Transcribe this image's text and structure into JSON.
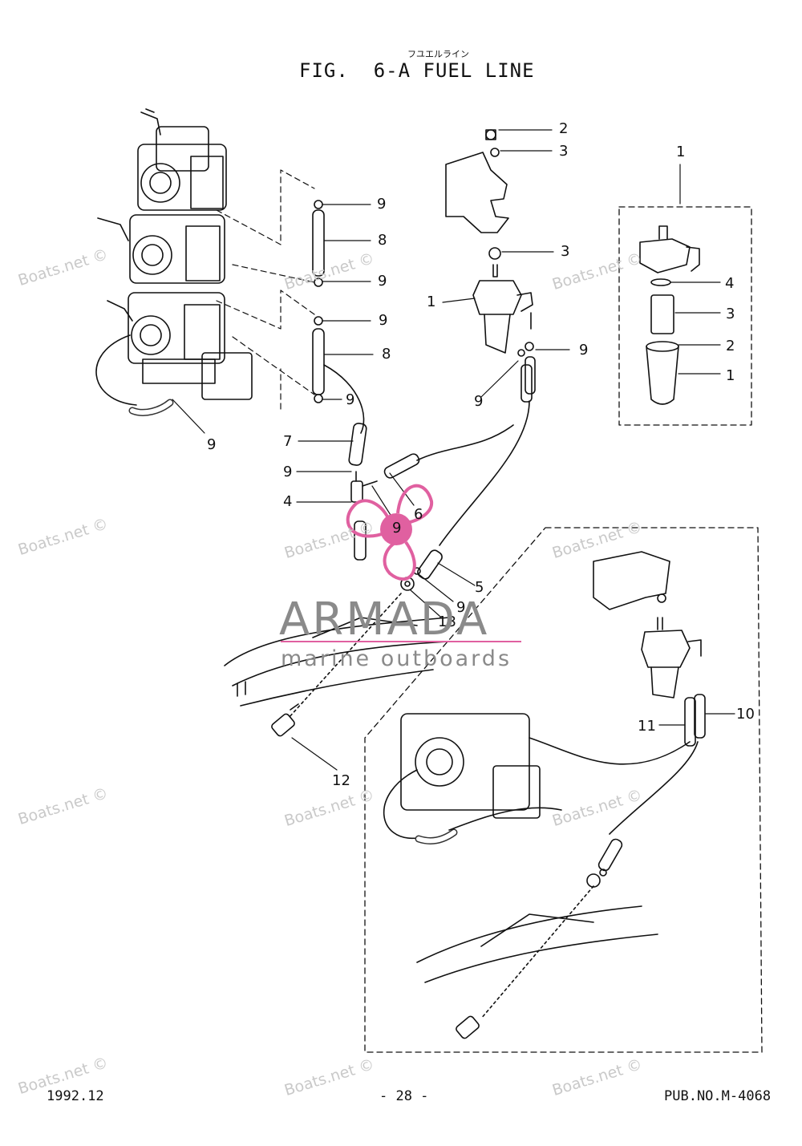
{
  "header": {
    "kana": "フユエルライン",
    "title": "FIG.  6-A FUEL LINE"
  },
  "footer": {
    "date": "1992.12",
    "page": "- 28 -",
    "pub": "PUB.NO.M-4068"
  },
  "watermark": {
    "text": "Boats.net ©"
  },
  "logo": {
    "name": "ARMADA",
    "tagline": "marine outboards",
    "accent": "#e060a0",
    "gray": "#8a8a8a"
  },
  "callouts": [
    "2",
    "3",
    "3",
    "1",
    "9",
    "8",
    "9",
    "9",
    "8",
    "9",
    "9",
    "9",
    "7",
    "9",
    "4",
    "6",
    "9",
    "5",
    "9",
    "13",
    "12",
    "1",
    "4",
    "3",
    "2",
    "1",
    "11",
    "10"
  ]
}
